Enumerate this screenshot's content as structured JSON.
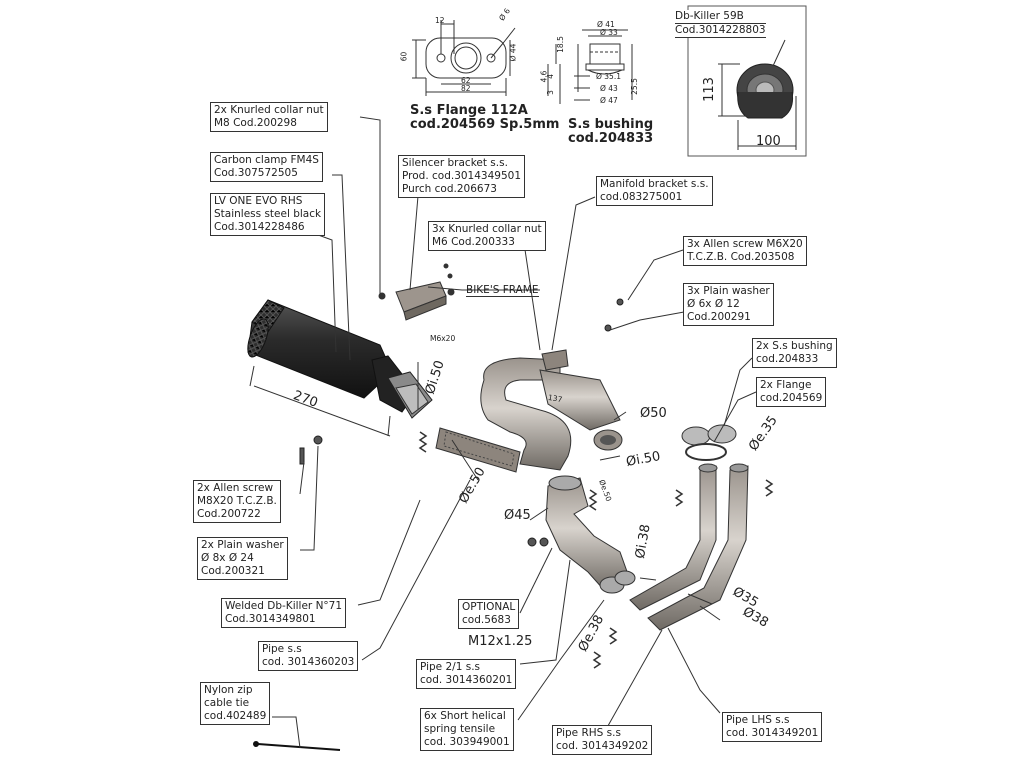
{
  "top_details": {
    "flange": {
      "title1": "S.s Flange 112A",
      "title2": "cod.204569 Sp.5mm",
      "dims": {
        "d12": "12",
        "d62": "62",
        "d82": "82",
        "d60": "60",
        "d44": "Ø 44",
        "d6": "Ø 6"
      }
    },
    "bushing": {
      "title1": "S.s bushing",
      "title2": "cod.204833",
      "dims": {
        "d41": "Ø 41",
        "d33": "Ø 33",
        "d351": "Ø 35.1",
        "d43": "Ø 43",
        "d47": "Ø 47",
        "d185": "18.5",
        "d255": "25.5",
        "d46": "4.6",
        "d3": "3",
        "d4": "4"
      }
    },
    "dbkiller": {
      "label1": "Db-Killer 59B",
      "label2": "Cod.3014228803",
      "dim113": "113",
      "dim100": "100"
    }
  },
  "callouts": {
    "knurled_m8": [
      "2x Knurled collar nut",
      "M8 Cod.200298"
    ],
    "carbon_clamp": [
      "Carbon clamp FM4S",
      "Cod.307572505"
    ],
    "silencer": [
      "LV ONE EVO RHS",
      "Stainless steel black",
      "Cod.3014228486"
    ],
    "silencer_bracket": [
      "Silencer bracket s.s.",
      "Prod. cod.3014349501",
      "Purch cod.206673"
    ],
    "knurled_m6": [
      "3x Knurled collar nut",
      "M6 Cod.200333"
    ],
    "manifold_bracket": [
      "Manifold bracket s.s.",
      "cod.083275001"
    ],
    "allen_m6": [
      "3x Allen screw M6X20",
      "T.C.Z.B. Cod.203508"
    ],
    "plain_washer_6": [
      "3x Plain washer",
      "Ø 6x Ø 12",
      "Cod.200291"
    ],
    "ss_bushing_2x": [
      "2x S.s bushing",
      "cod.204833"
    ],
    "flange_2x": [
      "2x Flange",
      "cod.204569"
    ],
    "allen_m8": [
      "2x Allen screw",
      "M8X20 T.C.Z.B.",
      "Cod.200722"
    ],
    "plain_washer_8": [
      "2x Plain washer",
      "Ø 8x Ø 24",
      "Cod.200321"
    ],
    "welded_dbkiller": [
      "Welded Db-Killer N°71",
      "Cod.3014349801"
    ],
    "optional": [
      "OPTIONAL",
      "cod.5683"
    ],
    "pipe_ss": [
      "Pipe s.s",
      "cod. 3014360203"
    ],
    "pipe_21": [
      "Pipe 2/1 s.s",
      "cod. 3014360201"
    ],
    "nylon_tie": [
      "Nylon zip",
      "cable tie",
      "cod.402489"
    ],
    "spring": [
      "6x Short helical",
      "spring tensile",
      "cod. 303949001"
    ],
    "pipe_rhs": [
      "Pipe RHS s.s",
      "cod. 3014349202"
    ],
    "pipe_lhs": [
      "Pipe LHS s.s",
      "cod. 3014349201"
    ]
  },
  "free_text": {
    "bikes_frame": "BIKE'S FRAME",
    "m6x20": "M6x20",
    "m12": "M12x1.25"
  },
  "dimensions": {
    "d270": "270",
    "di50_top": "Øi.50",
    "de50_left": "Øe.50",
    "d50_right": "Ø50",
    "di50_right": "Øi.50",
    "de50_mid": "Øe.50",
    "d45": "Ø45",
    "di38": "Øi.38",
    "de38": "Øe.38",
    "de35": "Øe.35",
    "d35": "Ø35",
    "d38": "Ø38",
    "d137": "137"
  }
}
